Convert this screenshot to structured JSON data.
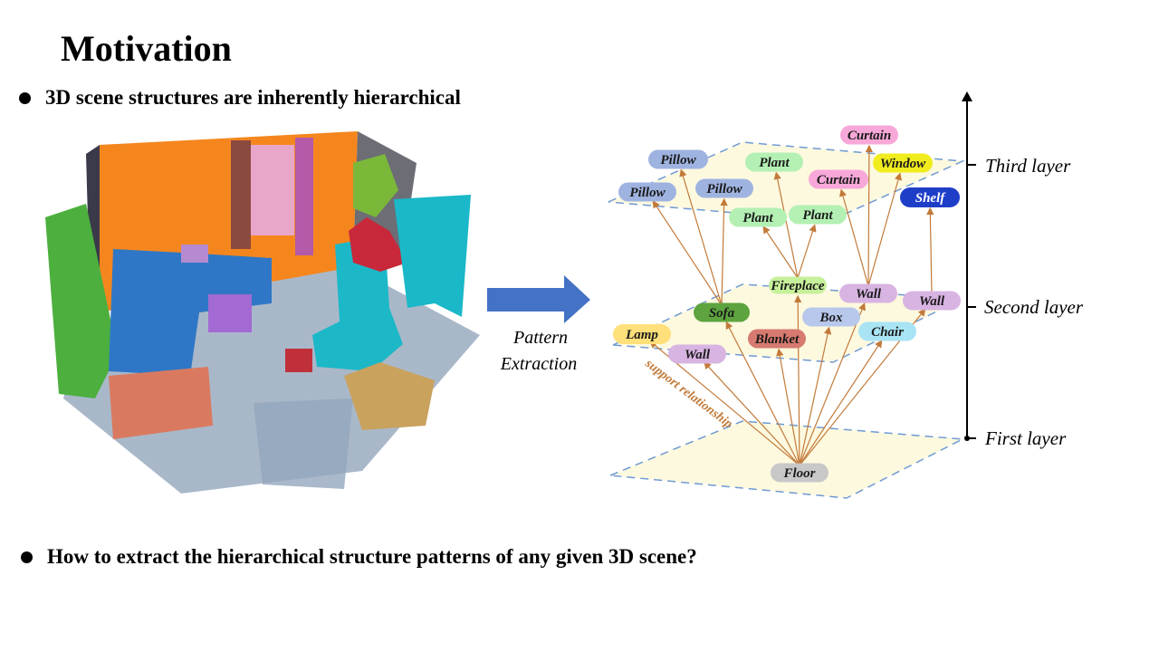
{
  "title": "Motivation",
  "bullets": [
    "3D scene structures are inherently hierarchical",
    "How to extract the hierarchical structure patterns of any given 3D scene?"
  ],
  "arrow_label_line1": "Pattern",
  "arrow_label_line2": "Extraction",
  "edge_label": "support relationship",
  "layers": [
    "Third layer",
    "Second layer",
    "First layer"
  ],
  "nodes": {
    "curtain1": {
      "label": "Curtain",
      "color": "#f7a8d8"
    },
    "pillow1": {
      "label": "Pillow",
      "color": "#9fb3e0"
    },
    "plant1": {
      "label": "Plant",
      "color": "#b4f0b4"
    },
    "window": {
      "label": "Window",
      "color": "#f0ec1e"
    },
    "curtain2": {
      "label": "Curtain",
      "color": "#f7a8d8"
    },
    "pillow2": {
      "label": "Pillow",
      "color": "#9fb3e0"
    },
    "pillow3": {
      "label": "Pillow",
      "color": "#9fb3e0"
    },
    "shelf": {
      "label": "Shelf",
      "color": "#1f3ec8"
    },
    "plant2": {
      "label": "Plant",
      "color": "#b4f0b4"
    },
    "plant3": {
      "label": "Plant",
      "color": "#b4f0b4"
    },
    "fireplace": {
      "label": "Fireplace",
      "color": "#c6f09a"
    },
    "wall1": {
      "label": "Wall",
      "color": "#d8b4e2"
    },
    "wall2": {
      "label": "Wall",
      "color": "#d8b4e2"
    },
    "sofa": {
      "label": "Sofa",
      "color": "#5da33e"
    },
    "box": {
      "label": "Box",
      "color": "#b8c8ec"
    },
    "lamp": {
      "label": "Lamp",
      "color": "#ffe07a"
    },
    "chair": {
      "label": "Chair",
      "color": "#a8e4f4"
    },
    "blanket": {
      "label": "Blanket",
      "color": "#d77a70"
    },
    "wall3": {
      "label": "Wall",
      "color": "#d8b4e2"
    },
    "floor": {
      "label": "Floor",
      "color": "#c8c8c8"
    }
  },
  "colors": {
    "arrow_fill": "#4472c4",
    "edge": "#c27a3a",
    "plane_fill": "#fdf9df",
    "plane_edge": "#6f9ad3"
  }
}
